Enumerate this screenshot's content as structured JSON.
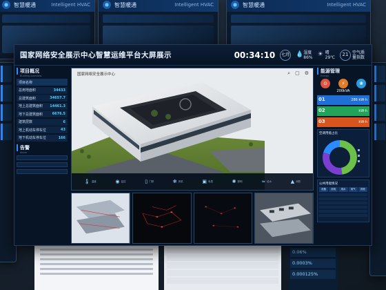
{
  "bg": {
    "app_name": "智慧暖通",
    "app_sub": "Intelligent HVAC"
  },
  "dashboard": {
    "title": "国家网络安全展示中心智慧运维平台大屏展示",
    "clock": "00:34:10",
    "date_circle": "七月",
    "humidity_label": "湿度",
    "humidity_value": "86%",
    "temp_label": "晴",
    "temp_value": "29℃",
    "aqi_value": "21",
    "aqi_label": "空气质量指数"
  },
  "left": {
    "overview_title": "项目概况",
    "overview_sub": "Building overview",
    "rows": [
      {
        "k": "项目名称",
        "v": ""
      },
      {
        "k": "总用地面积",
        "v": "34433"
      },
      {
        "k": "总建筑面积",
        "v": "34657.7"
      },
      {
        "k": "地上总建筑面积",
        "v": "14461.3"
      },
      {
        "k": "地下总建筑面积",
        "v": "6676.5"
      },
      {
        "k": "建筑层数",
        "v": "6"
      },
      {
        "k": "地上机动车停车位",
        "v": "43"
      },
      {
        "k": "地下机动车停车位",
        "v": "166"
      }
    ],
    "case_title": "告警",
    "case_sub": "Alarm",
    "cases": [
      {
        "t": "",
        "tag": "",
        "d": ""
      },
      {
        "t": "",
        "tag": "",
        "d": ""
      },
      {
        "t": "",
        "tag": "",
        "d": ""
      }
    ]
  },
  "center": {
    "viewer_title": "国家网络安全展示中心",
    "stats": [
      {
        "icon": "thermometer-icon",
        "lbl": "温度",
        "val": ""
      },
      {
        "icon": "camera-icon",
        "lbl": "监控",
        "val": ""
      },
      {
        "icon": "door-icon",
        "lbl": "门禁",
        "val": ""
      },
      {
        "icon": "fan-icon",
        "lbl": "风机",
        "val": ""
      },
      {
        "icon": "meter-icon",
        "lbl": "电表",
        "val": ""
      },
      {
        "icon": "light-icon",
        "lbl": "照明",
        "val": ""
      },
      {
        "icon": "water-icon",
        "lbl": "给水",
        "val": ""
      },
      {
        "icon": "fire-icon",
        "lbl": "消防",
        "val": ""
      }
    ]
  },
  "right": {
    "energy_title": "能源管理",
    "energy_sub": "Energy",
    "kpis": [
      {
        "icon": "tap-icon",
        "k": "",
        "v": "",
        "color": "#e0533d"
      },
      {
        "icon": "plug-icon",
        "k": "",
        "v": "200kVA",
        "color": "#e07b2a"
      },
      {
        "icon": "leaf-icon",
        "k": "",
        "v": "",
        "color": "#2a9ae0"
      }
    ],
    "bars": [
      {
        "num": "01",
        "lab": "",
        "val": "286 kW·h",
        "color": "#1f6fd6"
      },
      {
        "num": "02",
        "lab": "",
        "val": "kW·h",
        "color": "#22a35a"
      },
      {
        "num": "03",
        "lab": "",
        "val": "kW·h",
        "color": "#d9551f"
      }
    ],
    "donut_title": "空调用能占比",
    "table_title": "公共用能情况",
    "table_cols": [
      "设备",
      "用电",
      "用水",
      "用气",
      "其他"
    ]
  },
  "bottom": {
    "stats": [
      "0.06%",
      "0.0003%",
      "0.000125%"
    ]
  }
}
